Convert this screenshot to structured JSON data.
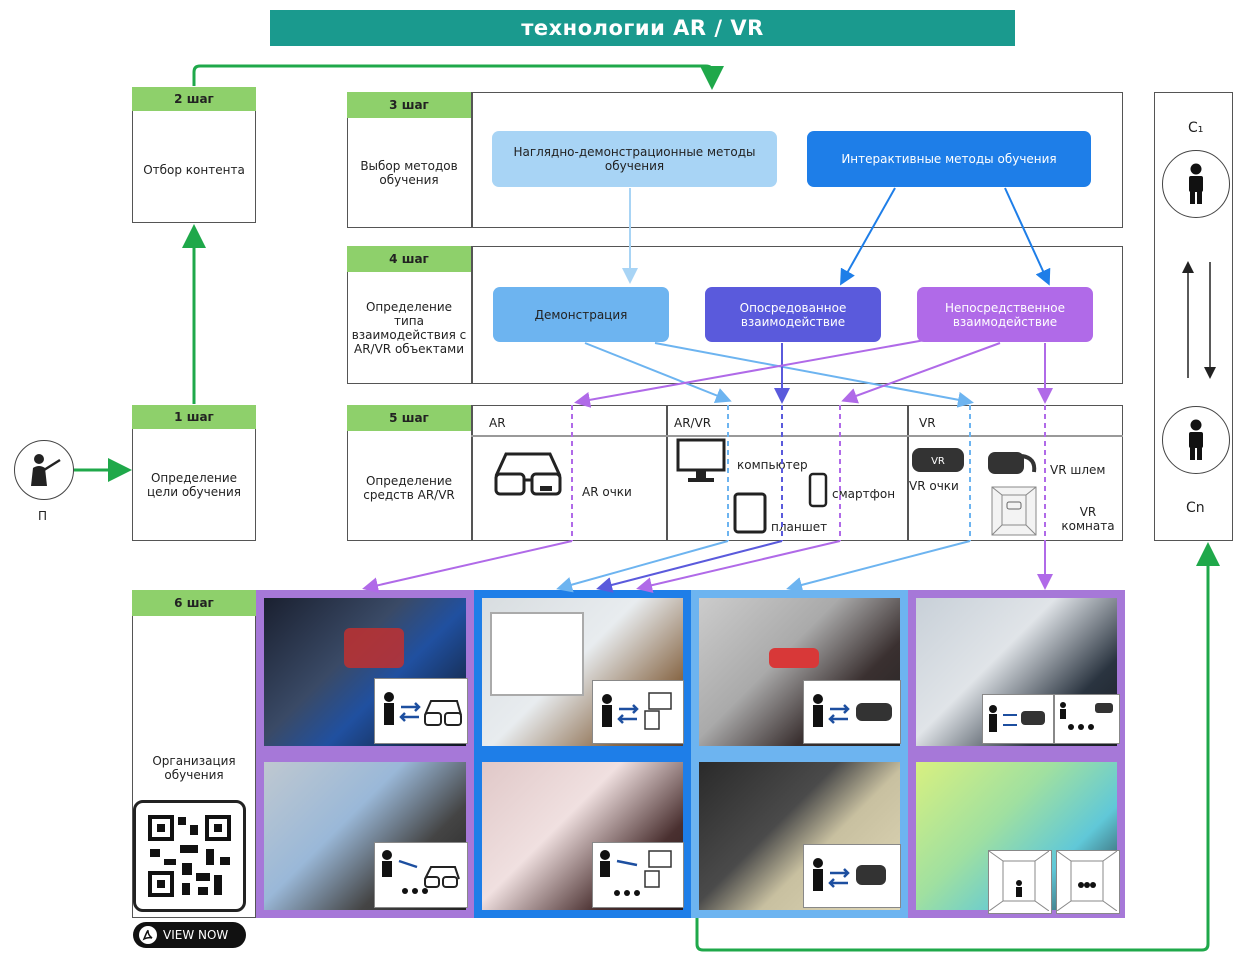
{
  "banner": "технологии AR / VR",
  "teacher_label": "П",
  "steps": {
    "s1": {
      "tag": "1 шаг",
      "text": "Определение цели обучения"
    },
    "s2": {
      "tag": "2 шаг",
      "text": "Отбор контента"
    },
    "s3": {
      "tag": "3 шаг",
      "text": "Выбор методов обучения"
    },
    "s4": {
      "tag": "4 шаг",
      "text": "Определение типа взаимодействия с AR/VR объектами"
    },
    "s5": {
      "tag": "5 шаг",
      "text": "Определение средств AR/VR"
    },
    "s6": {
      "tag": "6 шаг",
      "text": "Организация обучения"
    }
  },
  "methods": {
    "visual": "Наглядно-демонстрационные методы обучения",
    "interactive": "Интерактивные методы обучения"
  },
  "interaction": {
    "demo": "Демонстрация",
    "mediated": "Опосредованное взаимодействие",
    "direct": "Непосредственное взаимодействие"
  },
  "tools": {
    "col_ar": "AR",
    "col_arvr": "AR/VR",
    "col_vr": "VR",
    "ar_glasses": "AR очки",
    "computer": "компьютер",
    "smartphone": "смартфон",
    "tablet": "планшет",
    "vr_glasses": "VR очки",
    "vr_helmet": "VR шлем",
    "vr_room": "VR комната"
  },
  "students": {
    "first": "С₁",
    "last": "Сn"
  },
  "view_now": "VIEW NOW",
  "colors": {
    "teal": "#1a9a8e",
    "step": "#8ed06b",
    "arrow_green": "#1fa84a",
    "light_blue": "#a8d4f5",
    "blue": "#1e7ee8",
    "demo_blue": "#6db4f0",
    "mediated": "#5a5adc",
    "direct": "#b06ae8"
  }
}
